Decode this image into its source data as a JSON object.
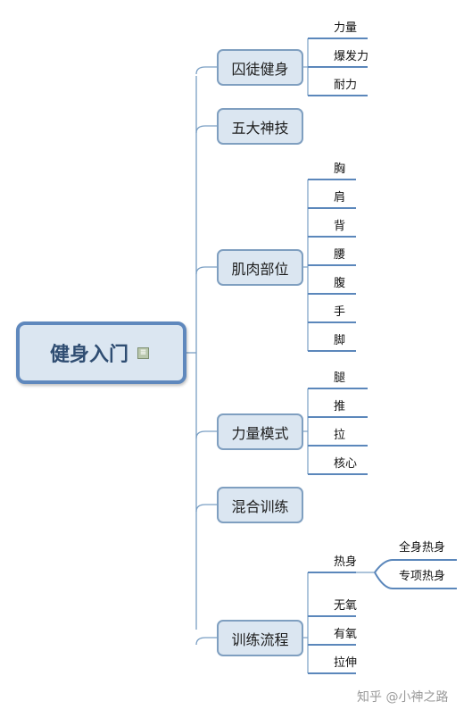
{
  "root": {
    "title": "健身入门",
    "note_icon": "note-icon"
  },
  "branches": [
    {
      "label": "囚徒健身",
      "children": [
        "力量",
        "爆发力",
        "耐力"
      ]
    },
    {
      "label": "五大神技",
      "children": []
    },
    {
      "label": "肌肉部位",
      "children": [
        "胸",
        "肩",
        "背",
        "腰",
        "腹",
        "手",
        "脚"
      ]
    },
    {
      "label": "力量模式",
      "children": [
        "腿",
        "推",
        "拉",
        "核心"
      ]
    },
    {
      "label": "混合训练",
      "children": []
    },
    {
      "label": "训练流程",
      "children": [
        "热身",
        "无氧",
        "有氧",
        "拉伸"
      ]
    }
  ],
  "warmup": {
    "children": [
      "全身热身",
      "专项热身"
    ]
  },
  "watermark": "知乎 @小神之路",
  "colors": {
    "node_fill": "#dbe6f1",
    "node_border": "#7f9fc0",
    "root_border": "#5f88bd",
    "leaf_underline": "#5b87bb",
    "connector": "#7a9fc4"
  }
}
